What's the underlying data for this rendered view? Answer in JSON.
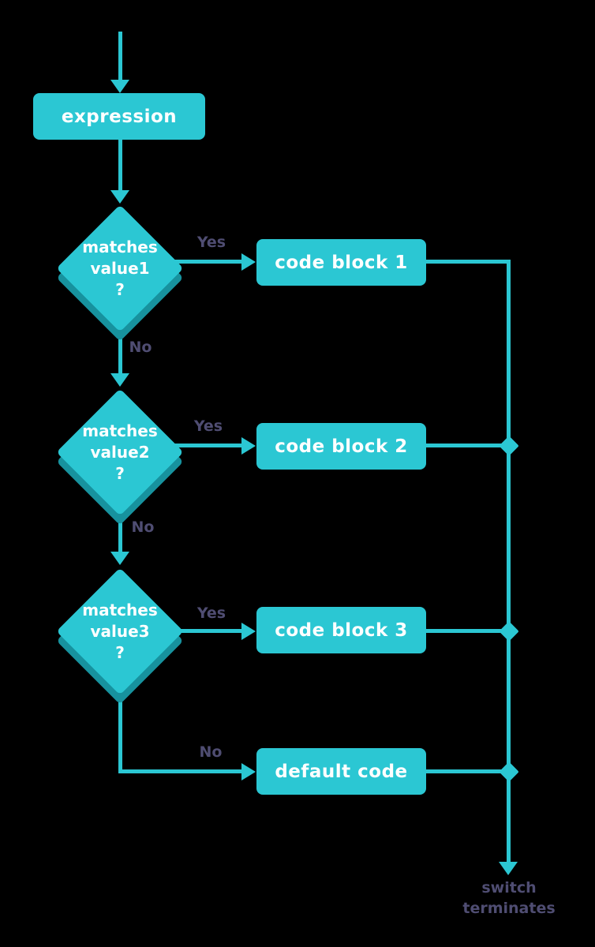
{
  "colors": {
    "accent": "#2bc7d3",
    "bevel": "#17929e",
    "label": "#4f4d72",
    "node_text": "#ffffff",
    "background": "#000000"
  },
  "nodes": {
    "expression": {
      "label": "expression"
    },
    "decisions": [
      {
        "line1": "matches",
        "line2": "value1",
        "line3": "?"
      },
      {
        "line1": "matches",
        "line2": "value2",
        "line3": "?"
      },
      {
        "line1": "matches",
        "line2": "value3",
        "line3": "?"
      }
    ],
    "blocks": [
      {
        "label": "code block 1"
      },
      {
        "label": "code block 2"
      },
      {
        "label": "code block 3"
      },
      {
        "label": "default code"
      }
    ]
  },
  "edge_labels": {
    "yes": "Yes",
    "no": "No"
  },
  "terminator": {
    "line1": "switch",
    "line2": "terminates"
  }
}
